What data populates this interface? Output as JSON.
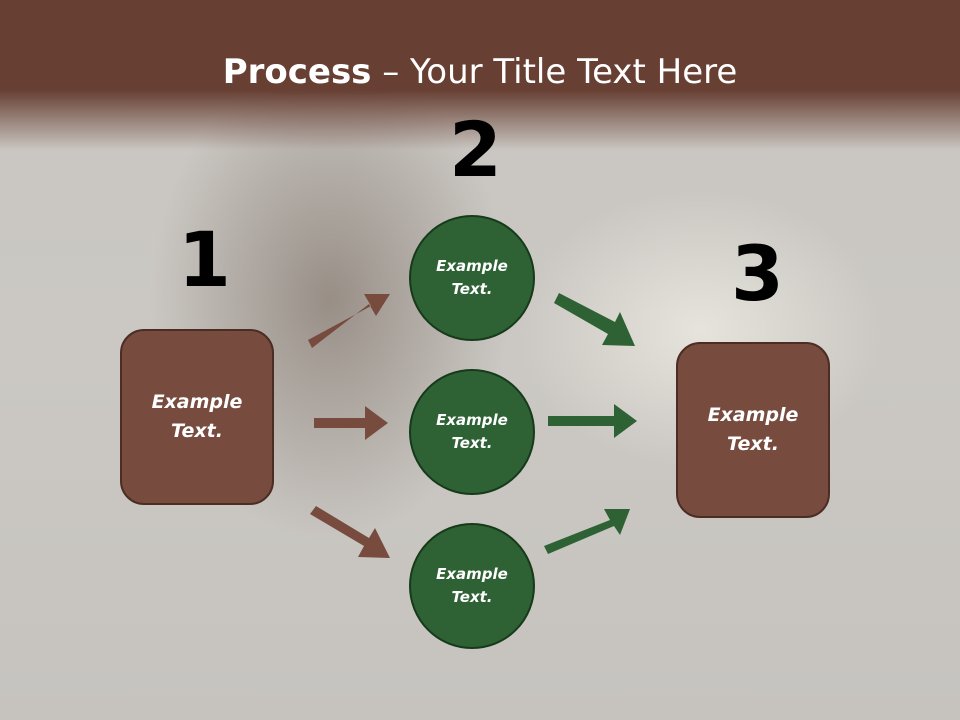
{
  "title": {
    "bold": "Process",
    "rest": " – Your Title Text Here"
  },
  "steps": [
    {
      "number": "1"
    },
    {
      "number": "2"
    },
    {
      "number": "3"
    }
  ],
  "left_box": {
    "line1": "Example",
    "line2": "Text."
  },
  "circles": [
    {
      "line1": "Example",
      "line2": "Text."
    },
    {
      "line1": "Example",
      "line2": "Text."
    },
    {
      "line1": "Example",
      "line2": "Text."
    }
  ],
  "right_box": {
    "line1": "Example",
    "line2": "Text."
  },
  "colors": {
    "brown": "#774c3f",
    "green": "#2e6133",
    "header": "#673f33"
  }
}
